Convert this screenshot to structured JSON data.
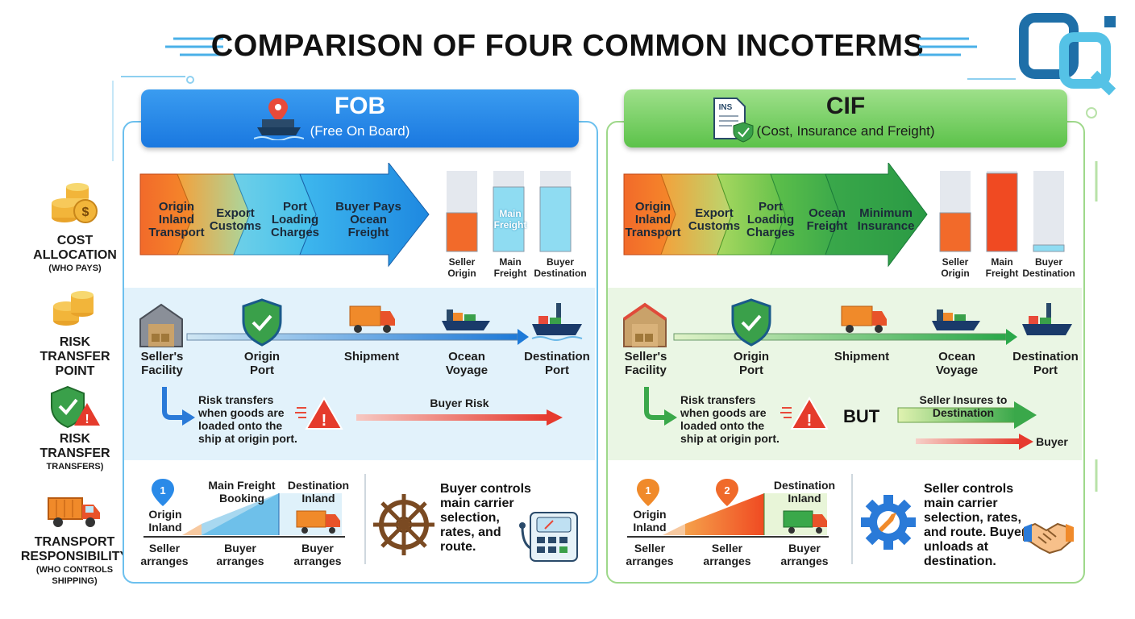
{
  "title": "COMPARISON OF FOUR COMMON INCOTERMS",
  "row_labels": {
    "cost": {
      "line1": "COST",
      "line2": "ALLOCATION",
      "sub": "(WHO PAYS)"
    },
    "risk": {
      "line1": "RISK",
      "line2": "TRANSFER",
      "line3": "POINT"
    },
    "risk_transfer": {
      "line1": "RISK",
      "line2": "TRANSFER",
      "sub": "TRANSFERS)"
    },
    "transport": {
      "line1": "TRANSPORT",
      "line2": "RESPONSIBILITY",
      "sub1": "(WHO CONTROLS",
      "sub2": "SHIPPING)"
    }
  },
  "fob": {
    "name": "FOB",
    "full_name": "(Free On Board)",
    "cost_steps": [
      "Origin Inland Transport",
      "Export Customs",
      "Port Loading Charges",
      "Buyer Pays Ocean Freight"
    ],
    "bars": [
      {
        "label": "Seller Origin",
        "value": 0.48,
        "color": "#f26a2a",
        "inner": ""
      },
      {
        "label": "Main Freight",
        "value": 0.8,
        "color": "#8fdcf2",
        "inner": "Main Freight"
      },
      {
        "label": "Buyer Destination",
        "value": 0.8,
        "color": "#8fdcf2",
        "inner": ""
      }
    ],
    "timeline": [
      "Seller's Facility",
      "Origin Port",
      "Shipment",
      "Ocean Voyage",
      "Destination Port"
    ],
    "risk_note": "Risk transfers when goods are loaded onto the ship at origin port.",
    "buyer_risk": "Buyer Risk",
    "transport_steps": {
      "step1": "1",
      "origin": "Origin Inland",
      "main": "Main Freight Booking",
      "dest": "Destination Inland"
    },
    "arrangers": [
      "Seller arranges",
      "Buyer arranges",
      "Buyer arranges"
    ],
    "control_text": "Buyer controls main carrier selection, rates, and route."
  },
  "cif": {
    "name": "CIF",
    "full_name": "(Cost, Insurance and Freight)",
    "doc_label": "INS",
    "cost_steps": [
      "Origin Inland Transport",
      "Export Customs",
      "Port Loading Charges",
      "Ocean Freight",
      "Minimum Insurance"
    ],
    "bars": [
      {
        "label": "Seller Origin",
        "value": 0.48,
        "color": "#f26a2a"
      },
      {
        "label": "Main Freight",
        "value": 0.97,
        "color": "#f04a22"
      },
      {
        "label": "Buyer Destination",
        "value": 0.08,
        "color": "#8fdcf2"
      }
    ],
    "timeline": [
      "Seller's Facility",
      "Origin Port",
      "Shipment",
      "Ocean Voyage",
      "Destination Port"
    ],
    "risk_note": "Risk transfers when goods are loaded onto the ship at origin port.",
    "but": "BUT",
    "seller_insures": "Seller Insures to Destination",
    "buyer": "Buyer",
    "transport_steps": {
      "step1": "1",
      "step2": "2",
      "origin": "Origin Inland",
      "dest": "Destination Inland"
    },
    "arrangers": [
      "Seller arranges",
      "Seller arranges",
      "Buyer arranges"
    ],
    "control_text": "Seller controls main carrier selection, rates, and route. Buyer unloads at destination."
  },
  "colors": {
    "fob_header": "#1e86e6",
    "cif_header": "#6ccf5a",
    "orange": "#f26a2a",
    "red": "#e63a2e",
    "blue": "#2b7de0",
    "green": "#3db049"
  }
}
